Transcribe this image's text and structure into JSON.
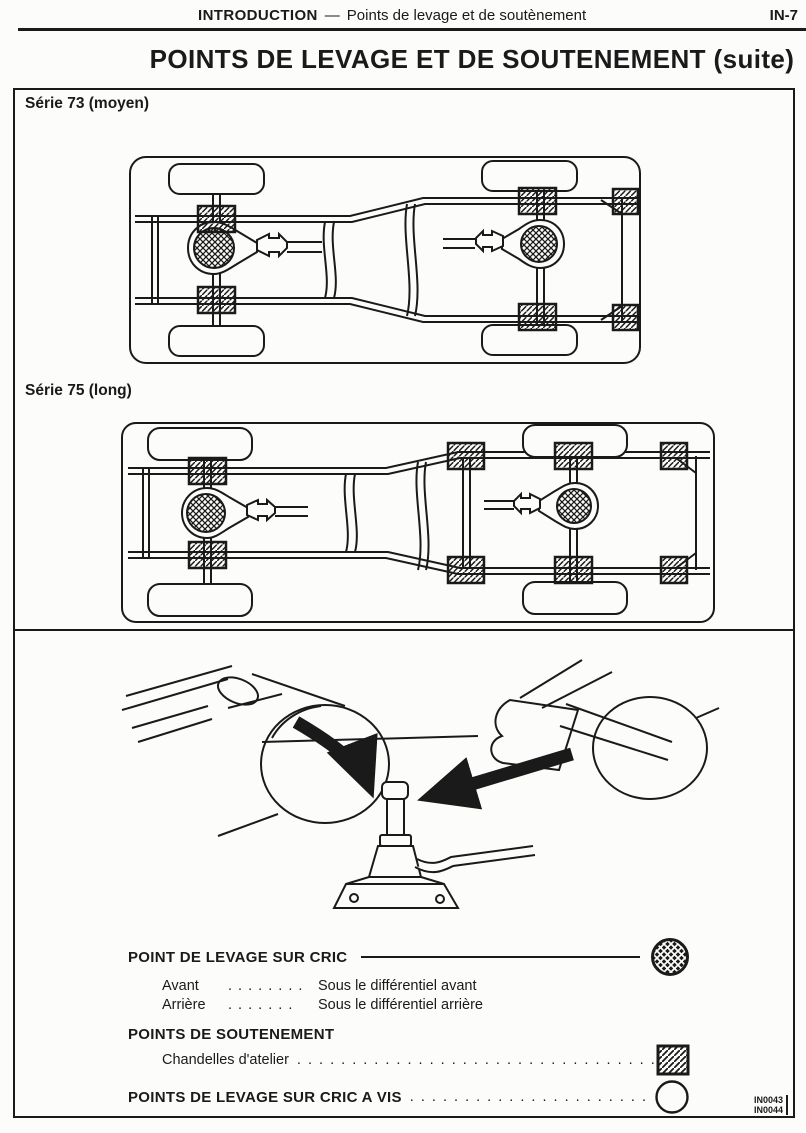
{
  "colors": {
    "ink": "#1a1a1a",
    "paper": "#fcfcfa"
  },
  "header": {
    "section": "INTRODUCTION",
    "separator": "—",
    "subtitle": "Points de levage et de soutènement",
    "page_number": "IN-7"
  },
  "title": "POINTS DE LEVAGE ET DE SOUTENEMENT (suite)",
  "figure": {
    "series": [
      {
        "label": "Série 73 (moyen)"
      },
      {
        "label": "Série 75 (long)"
      }
    ],
    "codes": [
      "IN0043",
      "IN0044"
    ],
    "icons": {
      "jack_point": "crosshatched-circle",
      "support_point": "hatched-square",
      "screw_jack_point": "outline-circle"
    }
  },
  "legend": {
    "jack_point": {
      "label": "POINT DE LEVAGE SUR CRIC",
      "rows": [
        {
          "label": "Avant",
          "dots": ". . . . . . . .",
          "desc": "Sous le différentiel avant"
        },
        {
          "label": "Arrière",
          "dots": ". . . . . . .",
          "desc": "Sous le différentiel arrière"
        }
      ]
    },
    "support_points": {
      "label": "POINTS DE SOUTENEMENT",
      "row_label": "Chandelles d'atelier",
      "dots": ". . . . . . . . . . . . . . . . . . . . . . . . . . . . . . . . . . . ."
    },
    "screw_jack_points": {
      "label": "POINTS DE LEVAGE SUR CRIC A VIS",
      "dots": ". . . . . . . . . . . . . . . . . . . . . . . . . . . ."
    }
  }
}
